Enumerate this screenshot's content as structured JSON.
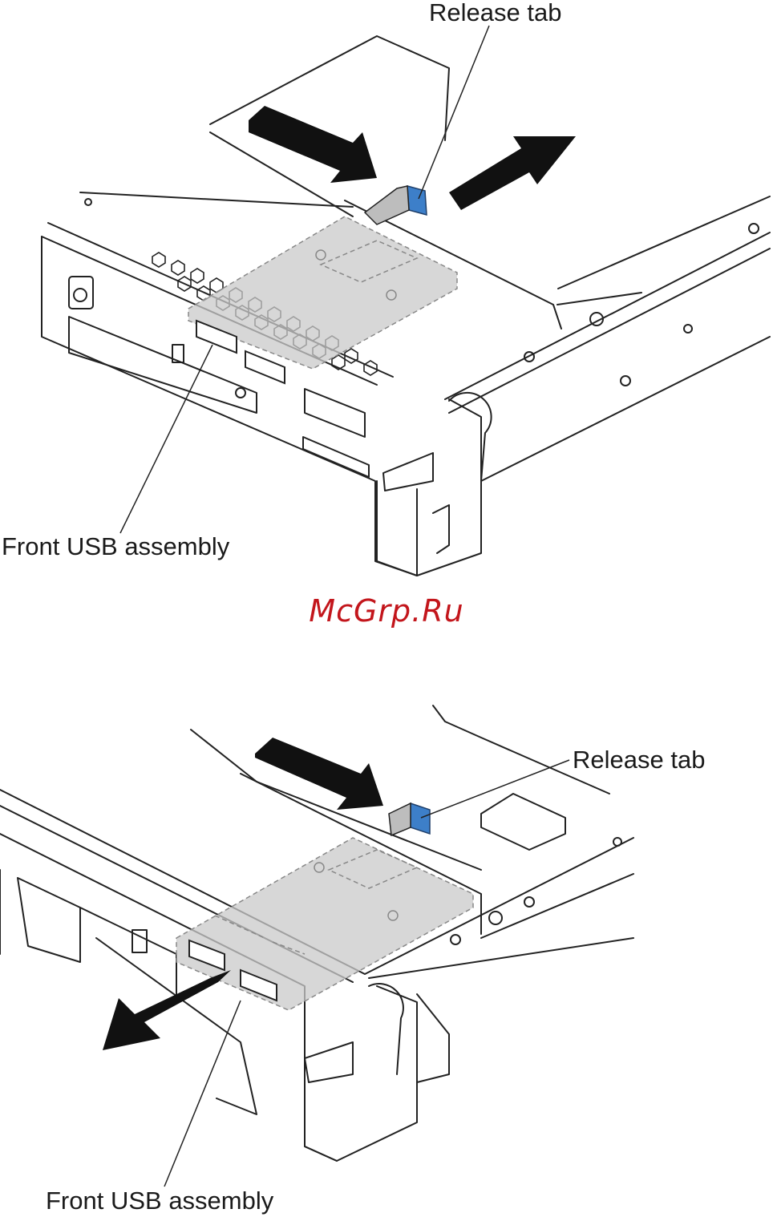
{
  "figures": [
    {
      "id": "remove-usb-assembly-1",
      "labels": {
        "release_tab": "Release tab",
        "usb_assembly": "Front USB assembly"
      }
    },
    {
      "id": "remove-usb-assembly-2",
      "labels": {
        "release_tab": "Release tab",
        "usb_assembly": "Front USB assembly"
      }
    }
  ],
  "watermark": "McGrp.Ru",
  "colors": {
    "release_tab": "#3d7fc9",
    "assembly_fill": "#c9c9c9",
    "arrow": "#111111",
    "watermark": "#c3161c"
  }
}
